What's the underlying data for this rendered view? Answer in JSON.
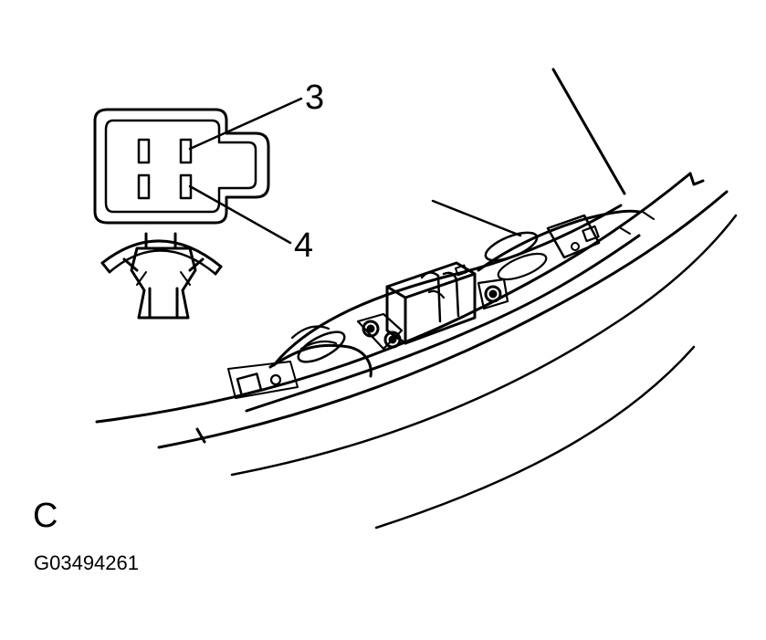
{
  "labels": {
    "terminal_upper": "3",
    "terminal_lower": "4",
    "view": "C",
    "figure_id": "G03494261"
  }
}
